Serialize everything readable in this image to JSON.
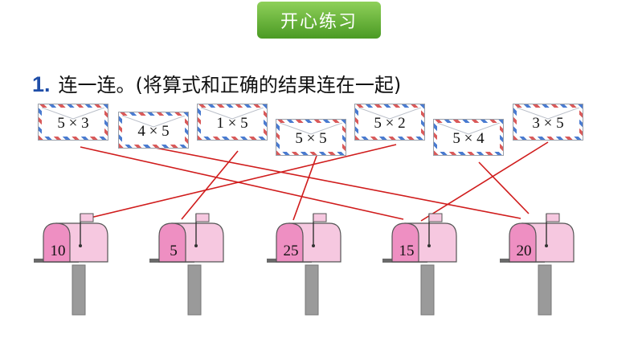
{
  "banner": {
    "label": "开心练习"
  },
  "title": {
    "number": "1.",
    "text": "连一连。(将算式和正确的结果连在一起)"
  },
  "envelopes": [
    {
      "text": "5 × 3"
    },
    {
      "text": "4 × 5"
    },
    {
      "text": "1 × 5"
    },
    {
      "text": "5 × 5"
    },
    {
      "text": "5 × 2"
    },
    {
      "text": "5 × 4"
    },
    {
      "text": "3 × 5"
    }
  ],
  "mailboxes": [
    {
      "value": "10"
    },
    {
      "value": "5"
    },
    {
      "value": "25"
    },
    {
      "value": "15"
    },
    {
      "value": "20"
    }
  ],
  "colors": {
    "line": "#d01c1c",
    "mailbox_body": "#f6c8e0",
    "mailbox_door": "#ee8fc2",
    "post": "#9a9a9a",
    "banner": "#5aa82d"
  }
}
